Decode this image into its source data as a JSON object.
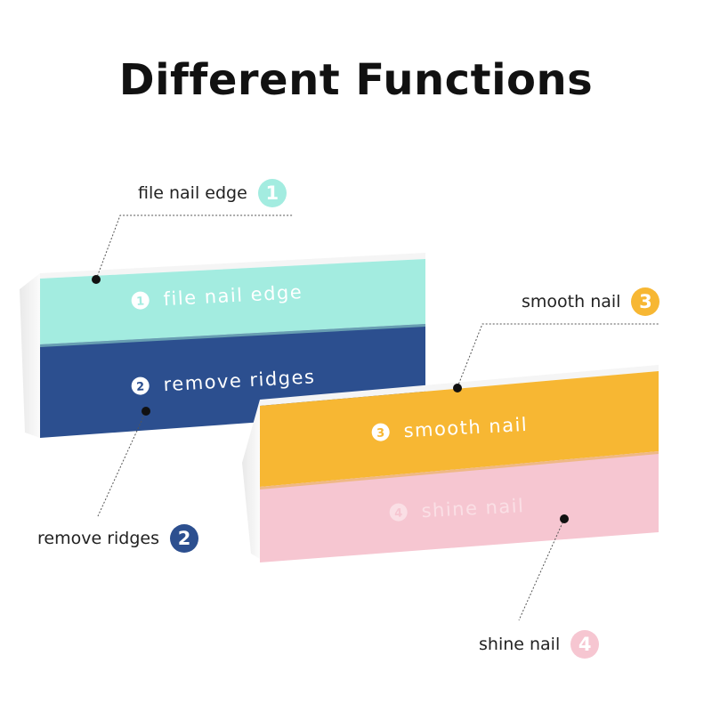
{
  "title": "Different Functions",
  "colors": {
    "mint": "#a3ece0",
    "navy": "#2c4f8f",
    "amber": "#f7b733",
    "pink": "#f6c6d1"
  },
  "callouts": [
    {
      "label": "file nail edge",
      "number": "1",
      "color": "#a3ece0"
    },
    {
      "label": "remove ridges",
      "number": "2",
      "color": "#2c4f8f"
    },
    {
      "label": "smooth nail",
      "number": "3",
      "color": "#f7b733"
    },
    {
      "label": "shine nail",
      "number": "4",
      "color": "#f6c6d1"
    }
  ],
  "block_faces": [
    {
      "number": "1",
      "text": "file nail edge"
    },
    {
      "number": "2",
      "text": "remove ridges"
    },
    {
      "number": "3",
      "text": "smooth nail"
    },
    {
      "number": "4",
      "text": "shine nail"
    }
  ]
}
